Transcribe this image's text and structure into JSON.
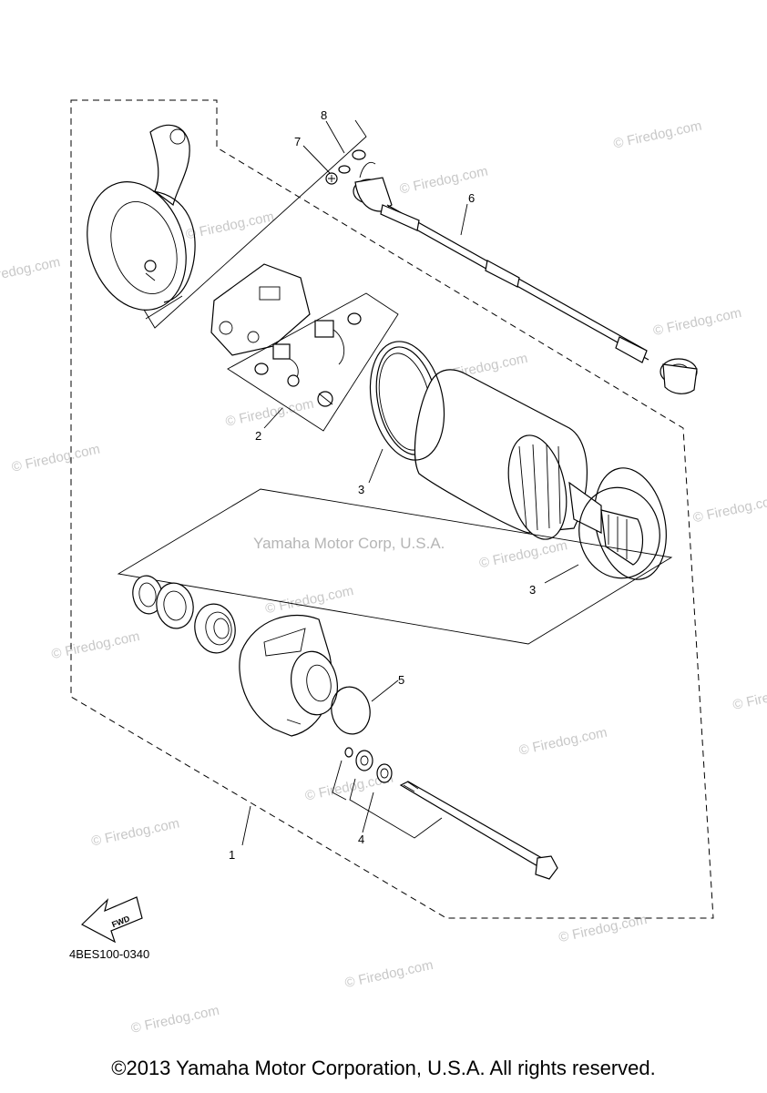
{
  "watermark": {
    "text": "© Firedog.com",
    "center_text": "Yamaha Motor Corp, U.S.A."
  },
  "callouts": {
    "c1": "1",
    "c2": "2",
    "c3a": "3",
    "c3b": "3",
    "c4": "4",
    "c5": "5",
    "c6": "6",
    "c7": "7",
    "c8": "8"
  },
  "fwd_label": "FWD",
  "diagram_code": "4BES100-0340",
  "copyright": "©2013 Yamaha Motor Corporation, U.S.A. All rights reserved."
}
